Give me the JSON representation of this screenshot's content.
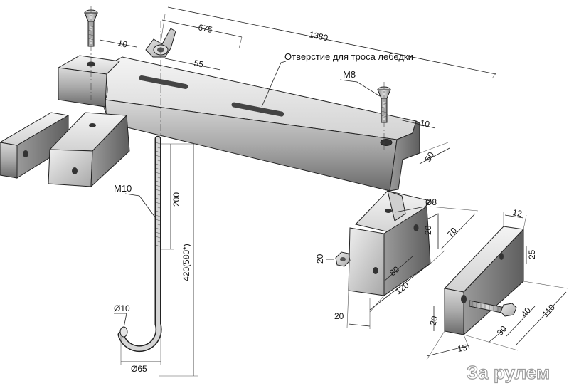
{
  "labels": {
    "rope_hole": "Отверстие для троса лебедки",
    "bolt_m8": "M8",
    "stud_m10": "M10",
    "watermark": "За рулем"
  },
  "dims": {
    "d1380": "1380",
    "d675": "675",
    "d10_top": "10",
    "d55": "55",
    "d10_right": "10",
    "d50": "50",
    "d200": "200",
    "d420": "420(580*)",
    "dia10": "Ø10",
    "dia65": "Ø65",
    "dia8": "Ø8",
    "d20_block_side": "20",
    "d70": "70",
    "d20_nut": "20",
    "d80": "80",
    "d120": "120",
    "d20_bottom": "20",
    "d12": "12",
    "d25": "25",
    "d110": "110",
    "d40": "40",
    "d20_plate": "20",
    "d30": "30",
    "d15": "15"
  },
  "colors": {
    "metal_light": "#e8e8e8",
    "metal_mid": "#b9b9b9",
    "metal_dark": "#6e6e6e",
    "outline": "#222222"
  }
}
